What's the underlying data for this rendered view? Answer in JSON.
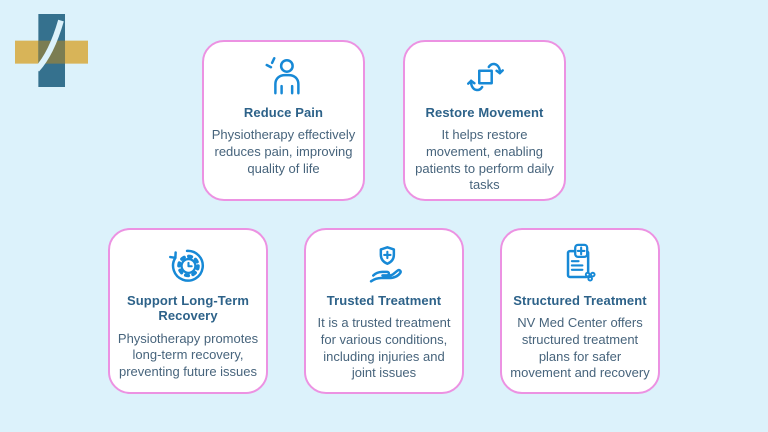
{
  "colors": {
    "background": "#DCF2FB",
    "card_background": "#FFFFFF",
    "card_border_pink": "#EC92E2",
    "title_text": "#2D6289",
    "body_text": "#47647C",
    "icon_blue": "#1789D6",
    "logo_teal": "#35718E",
    "logo_gold": "#D8B458",
    "logo_overlap": "#7B7D52"
  },
  "logo": {
    "name": "medical-cross-logo"
  },
  "cards": [
    {
      "icon": "person-pain-icon",
      "title": "Reduce Pain",
      "description": "Physiotherapy effectively reduces pain, improving quality of life"
    },
    {
      "icon": "rotate-square-icon",
      "title": "Restore Movement",
      "description": "It helps restore movement, enabling patients to perform daily tasks"
    },
    {
      "icon": "gear-refresh-icon",
      "title": "Support Long-Term Recovery",
      "description": "Physiotherapy promotes long-term recovery, preventing future issues"
    },
    {
      "icon": "shield-hand-icon",
      "title": "Trusted Treatment",
      "description": "It is a trusted treatment for various conditions, including injuries and joint issues"
    },
    {
      "icon": "document-medical-icon",
      "title": "Structured Treatment",
      "description": "NV Med Center offers structured treatment plans for safer movement and recovery"
    }
  ]
}
